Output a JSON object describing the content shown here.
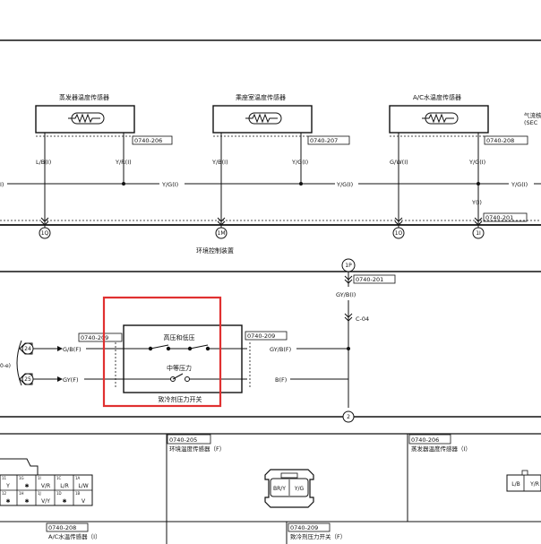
{
  "sensors": [
    {
      "name": "蒸发器温度传感器",
      "code": "0740-206",
      "left_wire": "L/B(I)",
      "right_wire": "Y/R(I)"
    },
    {
      "name": "乘座室温度传感器",
      "code": "0740-207",
      "left_wire": "Y/B(I)",
      "right_wire": "Y/G(I)"
    },
    {
      "name": "A/C水温度传感器",
      "code": "0740-208",
      "left_wire": "G/W(I)",
      "right_wire": "Y/G(I)"
    }
  ],
  "partial_right_label": [
    "气流核",
    "(SEC"
  ],
  "left_edge_wire": "I)",
  "horizontal_wires": [
    "Y/G(I)",
    "Y/G(I)",
    "Y/G(I)"
  ],
  "vertical_wire_y": "Y(I)",
  "code_201": "0740-201",
  "bottom_terminals": [
    "1Q",
    "1M",
    "1O",
    "1I"
  ],
  "unit_label": "环境控制装置",
  "connector_1p": {
    "id": "1P",
    "code": "0740-201",
    "wire": "GY/B(I)",
    "ref": "C-04"
  },
  "pressure_switch": {
    "name": "致冷剂压力开关",
    "high_low_label": "高压和低压",
    "mid_label": "中等压力",
    "code_left": "0740-209",
    "code_right": "0740-209",
    "left_pins": [
      "24",
      "25"
    ],
    "left_wires": [
      "G/B(F)",
      "GY(F)"
    ],
    "right_wires": [
      "GY/B(F)",
      "B(F)"
    ],
    "side_label": "0-e)",
    "ground_node": "2"
  },
  "bottom_panels": [
    {
      "code": "0740-205",
      "name": "环境温度传感器（F）",
      "pins": [
        "BR/Y",
        "Y/G"
      ]
    },
    {
      "code": "0740-206",
      "name": "蒸发器温度传感器（I）",
      "pins": [
        "L/B",
        "Y/R"
      ]
    },
    {
      "code": "0740-208",
      "name": "A/C水温传感器（I）"
    },
    {
      "code": "0740-209",
      "name": "致冷剂压力开关（F）"
    }
  ],
  "connector_grid": {
    "row1": [
      "Y",
      "✱",
      "V/R",
      "L/R",
      "L/W"
    ],
    "row2": [
      "✱",
      "✱",
      "V/Y",
      "✱",
      "V"
    ],
    "pin_nums": [
      "11",
      "1G",
      "1I",
      "1C",
      "1A",
      "12",
      "1H",
      "1J",
      "1D",
      "1B"
    ]
  }
}
